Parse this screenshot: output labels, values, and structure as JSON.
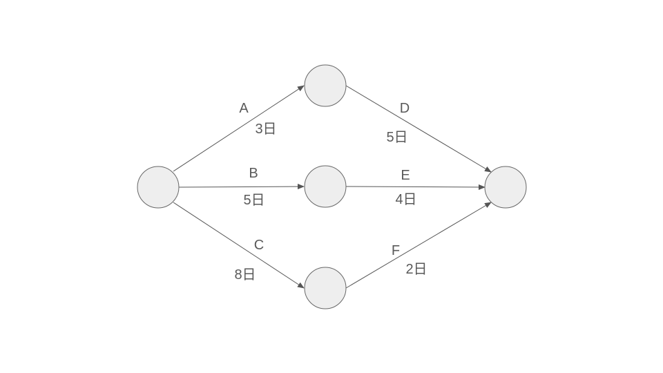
{
  "diagram": {
    "colors": {
      "node_fill": "#eeeeee",
      "node_stroke": "#666666",
      "edge": "#555555",
      "text": "#595959"
    },
    "edges": [
      {
        "id": "A",
        "name": "A",
        "duration": "3日"
      },
      {
        "id": "B",
        "name": "B",
        "duration": "5日"
      },
      {
        "id": "C",
        "name": "C",
        "duration": "8日"
      },
      {
        "id": "D",
        "name": "D",
        "duration": "5日"
      },
      {
        "id": "E",
        "name": "E",
        "duration": "4日"
      },
      {
        "id": "F",
        "name": "F",
        "duration": "2日"
      }
    ]
  }
}
